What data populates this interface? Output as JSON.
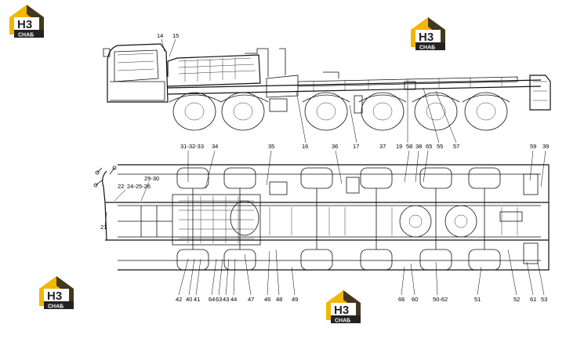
{
  "logo": {
    "mark": "H3",
    "caption": "СНАБ"
  },
  "callouts_side": [
    "14",
    "15",
    "16",
    "17",
    "37",
    "19",
    "58",
    "38",
    "65",
    "55",
    "57"
  ],
  "callouts_top": [
    "31-32-33",
    "34",
    "35",
    "36",
    "37",
    "19",
    "58",
    "38",
    "65",
    "59",
    "39"
  ],
  "callouts_left": [
    "29-30",
    "22",
    "24-25-26",
    "21"
  ],
  "callouts_bottom": [
    "42",
    "40",
    "41",
    "64",
    "63",
    "43",
    "44",
    "47",
    "46",
    "48",
    "49",
    "66",
    "60",
    "50-62",
    "51",
    "52",
    "61",
    "53"
  ]
}
